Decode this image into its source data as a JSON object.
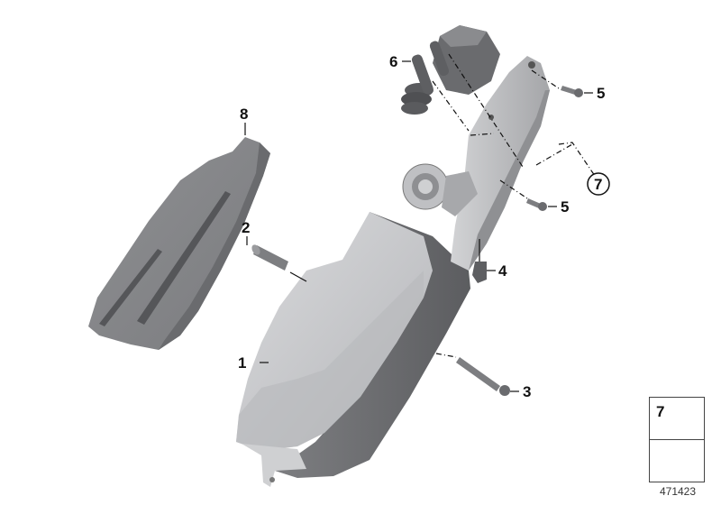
{
  "diagram": {
    "type": "exploded-parts-diagram",
    "callouts": [
      {
        "id": "1",
        "label": "1"
      },
      {
        "id": "2",
        "label": "2"
      },
      {
        "id": "3",
        "label": "3"
      },
      {
        "id": "4",
        "label": "4"
      },
      {
        "id": "5a",
        "label": "5"
      },
      {
        "id": "5b",
        "label": "5"
      },
      {
        "id": "6",
        "label": "6"
      },
      {
        "id": "7",
        "label": "7"
      },
      {
        "id": "8",
        "label": "8"
      }
    ],
    "legend": {
      "number": "7",
      "icon_top": "tapping-screw-icon",
      "icon_bottom": "direction-arrow-icon"
    },
    "reference_code": "471423",
    "colors": {
      "part_gray_light": "#c8c9cc",
      "part_gray_mid": "#9a9b9e",
      "part_gray_dark": "#6e6f72",
      "line": "#111111"
    }
  }
}
